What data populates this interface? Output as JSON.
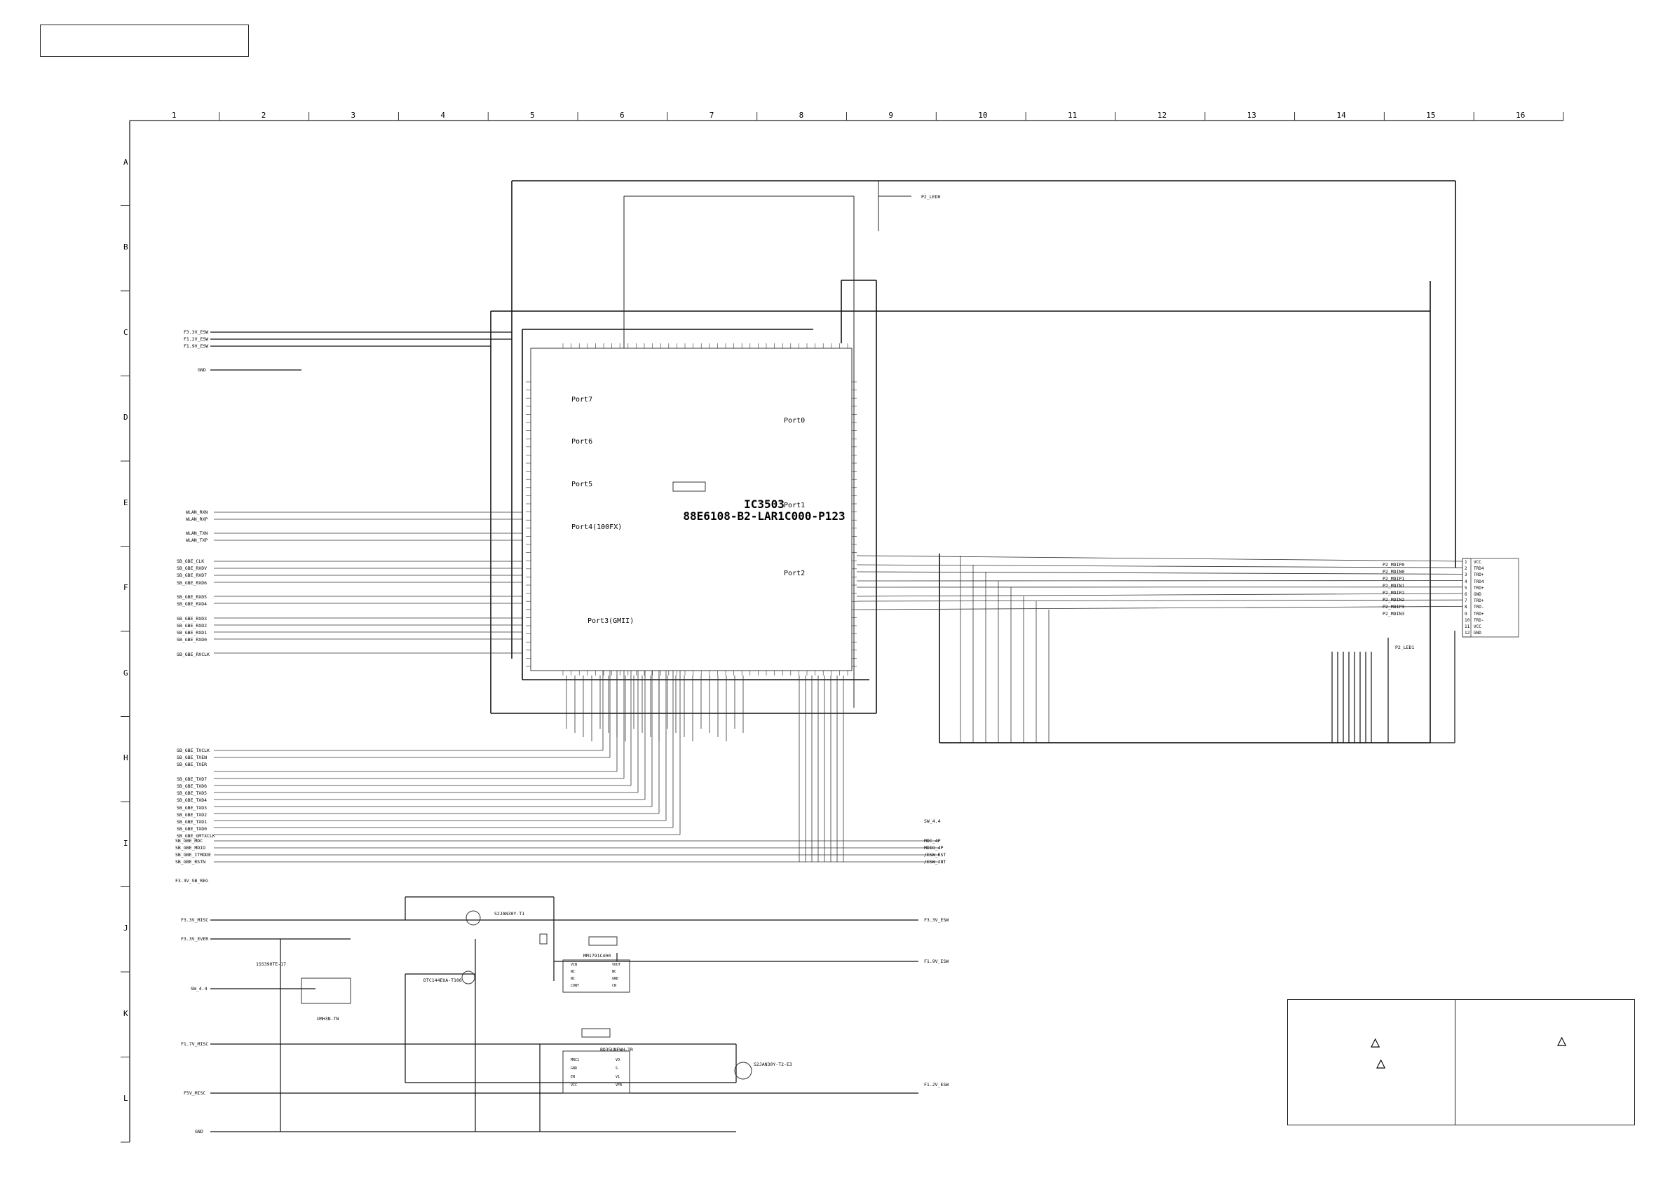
{
  "columns": [
    "1",
    "2",
    "3",
    "4",
    "5",
    "6",
    "7",
    "8",
    "9",
    "10",
    "11",
    "12",
    "13",
    "14",
    "15",
    "16"
  ],
  "rows": [
    "A",
    "B",
    "C",
    "D",
    "E",
    "F",
    "G",
    "H",
    "I",
    "J",
    "K",
    "L"
  ],
  "ic_main": {
    "name": "IC3503",
    "part": "88E6108-B2-LAR1C000-P123",
    "ports": [
      "Port7",
      "Port6",
      "Port5",
      "Port4(100FX)",
      "Port3(GMII)",
      "Port0",
      "Port1",
      "Port2"
    ]
  },
  "left_nets": {
    "power": [
      "F3.3V_ESW",
      "F1.2V_ESW",
      "F1.9V_ESW",
      "GND"
    ],
    "wlan": [
      "WLAN_RXN",
      "WLAN_RXP",
      "WLAN_TXN",
      "WLAN_TXP"
    ],
    "sb_mii": [
      "SB_GBE_CLK",
      "SB_GBE_RXDV",
      "SB_GBE_RXD7",
      "SB_GBE_RXD6",
      "SB_GBE_RXD5",
      "SB_GBE_RXD4",
      "SB_GBE_RXD3",
      "SB_GBE_RXD2",
      "SB_GBE_RXD1",
      "SB_GBE_RXD0",
      "SB_GBE_RXCLK"
    ],
    "sb_tx": [
      "SB_GBE_TXCLK",
      "SB_GBE_TXEN",
      "SB_GBE_TXER",
      "SB_GBE_TXD7",
      "SB_GBE_TXD6",
      "SB_GBE_TXD5",
      "SB_GBE_TXD4",
      "SB_GBE_TXD3",
      "SB_GBE_TXD2",
      "SB_GBE_TXD1",
      "SB_GBE_TXD0",
      "SB_GBE_GMTXCLK"
    ],
    "mgmt": [
      "SB_GBE_MDC",
      "SB_GBE_MDIO",
      "SB_GBE_ITMODE",
      "SB_GBE_RSTN"
    ],
    "misc": [
      "F3.3V_SB_REG"
    ]
  },
  "right_nets": {
    "top": "P2_LED0",
    "mdi": [
      "P2_MDIP0",
      "P2_MDIN0",
      "P2_MDIP1",
      "P2_MDIN1",
      "P2_MDIP2",
      "P2_MDIN2",
      "P2_MDIP3",
      "P2_MDIN3"
    ],
    "led": "P2_LED1",
    "bottom": [
      "SW_4.4",
      "MDC_4P",
      "MDIO_4P",
      "/ESW_RST",
      "/ESW_INT"
    ]
  },
  "connector": {
    "pins": [
      "1",
      "2",
      "3",
      "4",
      "5",
      "6",
      "7",
      "8",
      "9",
      "10",
      "11",
      "12"
    ],
    "labels": [
      "VCC",
      "TRD4",
      "TRD+",
      "TRD4",
      "TRD+",
      "GND",
      "TRD+",
      "TRD-",
      "TRD+",
      "TRD-",
      "VCC",
      "GND"
    ]
  },
  "power_section": {
    "inputs": [
      "F3.3V_MISC",
      "F3.3V_EVER",
      "SW_4.4",
      "F1.7V_MISC",
      "F5V_MISC",
      "GND"
    ],
    "outputs": [
      "F3.3V_ESW",
      "F1.9V_ESW",
      "F1.2V_ESW"
    ],
    "parts": [
      "S2JAN30Y-T1",
      "DTC144EUA-T106",
      "UMH3N-TN",
      "1SS390TE-17",
      "S2JAN30Y-T2-E3",
      "MM1791C400",
      "BD35UNFWH-TR"
    ],
    "pins_reg1": [
      "VIN",
      "NC",
      "NC",
      "CONT",
      "VOUT",
      "NC",
      "GND",
      "CN"
    ],
    "pins_reg2": [
      "MRC1",
      "GND",
      "EN",
      "VCC",
      "VO",
      "S",
      "V1",
      "VFB"
    ]
  },
  "legend": {
    "symbol": "△"
  }
}
